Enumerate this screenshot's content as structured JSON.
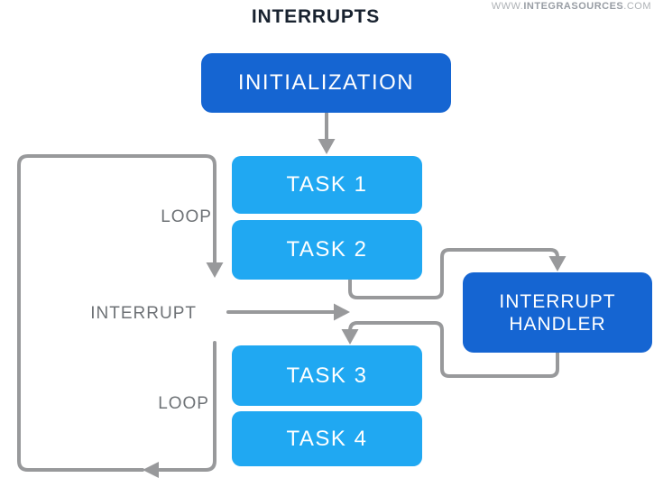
{
  "header": {
    "title": "INTERRUPTS",
    "watermark": {
      "prefix": "WWW.",
      "brand": "INTEGRASOURCES",
      "suffix": ".COM"
    }
  },
  "diagram": {
    "nodes": {
      "initialization": {
        "label": "INITIALIZATION",
        "color": "#1565d2"
      },
      "task1": {
        "label": "TASK 1",
        "color": "#20a8f2"
      },
      "task2": {
        "label": "TASK 2",
        "color": "#20a8f2"
      },
      "task3": {
        "label": "TASK 3",
        "color": "#20a8f2"
      },
      "task4": {
        "label": "TASK 4",
        "color": "#20a8f2"
      },
      "interrupt_handler": {
        "line1": "INTERRUPT",
        "line2": "HANDLER",
        "color": "#1565d2"
      }
    },
    "annotations": {
      "loop_top": "LOOP",
      "loop_bottom": "LOOP",
      "interrupt": "INTERRUPT"
    },
    "edges": [
      {
        "id": "init-to-task1",
        "description": "INITIALIZATION to TASK 1"
      },
      {
        "id": "task2-to-handler",
        "description": "TASK 2 to INTERRUPT HANDLER"
      },
      {
        "id": "handler-to-task3",
        "description": "INTERRUPT HANDLER to TASK 3"
      },
      {
        "id": "main-loop",
        "description": "loop from TASK 4 around left side back to interrupt point"
      },
      {
        "id": "interrupt-signal",
        "description": "INTERRUPT signal arrow into loop"
      }
    ],
    "colors": {
      "connector": "#98999b",
      "annotation_text": "#6e7276",
      "title_text": "#18222f",
      "watermark_text": "#aeb2b6",
      "node_text": "#ffffff",
      "dark_blue": "#1565d2",
      "light_blue": "#20a8f2",
      "background": "#ffffff"
    }
  }
}
